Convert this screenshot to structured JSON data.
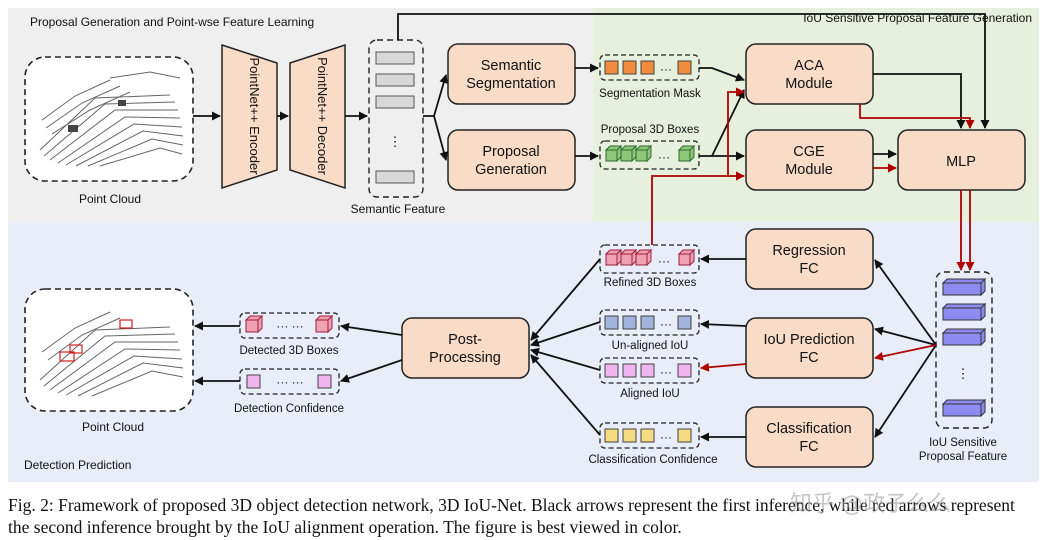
{
  "sections": {
    "top_left": "Proposal Generation and Point-wse Feature Learning",
    "top_right": "IoU Sensitive Proposal Feature Generation",
    "bottom": "Detection Prediction"
  },
  "blocks": {
    "encoder": "PointNet++ Encoder",
    "decoder": "PointNet++ Decoder",
    "semantic_segmentation": [
      "Semantic",
      "Segmentation"
    ],
    "proposal_generation": [
      "Proposal",
      "Generation"
    ],
    "aca": [
      "ACA",
      "Module"
    ],
    "cge": [
      "CGE",
      "Module"
    ],
    "mlp": "MLP",
    "regression_fc": [
      "Regression",
      "FC"
    ],
    "iou_prediction_fc": [
      "IoU Prediction",
      "FC"
    ],
    "classification_fc": [
      "Classification",
      "FC"
    ],
    "post_processing": [
      "Post-",
      "Processing"
    ]
  },
  "labels": {
    "point_cloud_input": "Point Cloud",
    "point_cloud_output": "Point Cloud",
    "semantic_feature": "Semantic Feature",
    "segmentation_mask": "Segmentation Mask",
    "proposal_3d_boxes": "Proposal 3D Boxes",
    "refined_3d_boxes": "Refined 3D Boxes",
    "unaligned_iou": "Un-aligned IoU",
    "aligned_iou": "Aligned IoU",
    "classification_confidence": "Classification Confidence",
    "detected_3d_boxes": "Detected 3D Boxes",
    "detection_confidence": "Detection Confidence",
    "iou_feature": [
      "IoU Sensitive",
      "Proposal Feature"
    ]
  },
  "caption": "Fig. 2: Framework of proposed 3D object detection network, 3D IoU-Net. Black arrows represent the first inference, while red arrows represent the second inference brought by the IoU alignment operation. The figure is best viewed in color.",
  "watermark": "知乎 @政子么么",
  "colors": {
    "block_fill": "#f9dcc8",
    "top_left_bg": "#efefef",
    "top_right_bg": "#e6f0dc",
    "bottom_bg": "#e8edf7",
    "red_arrow": "#b00000",
    "mask_orange": "#f08c3c",
    "proposal_green": "#8cc878",
    "refined_red": "#f0a0b4",
    "unaligned_blue": "#a0b4dc",
    "aligned_pink": "#f0b4f0",
    "class_yellow": "#f5dc82",
    "feature_purple": "#8c8cf0"
  }
}
